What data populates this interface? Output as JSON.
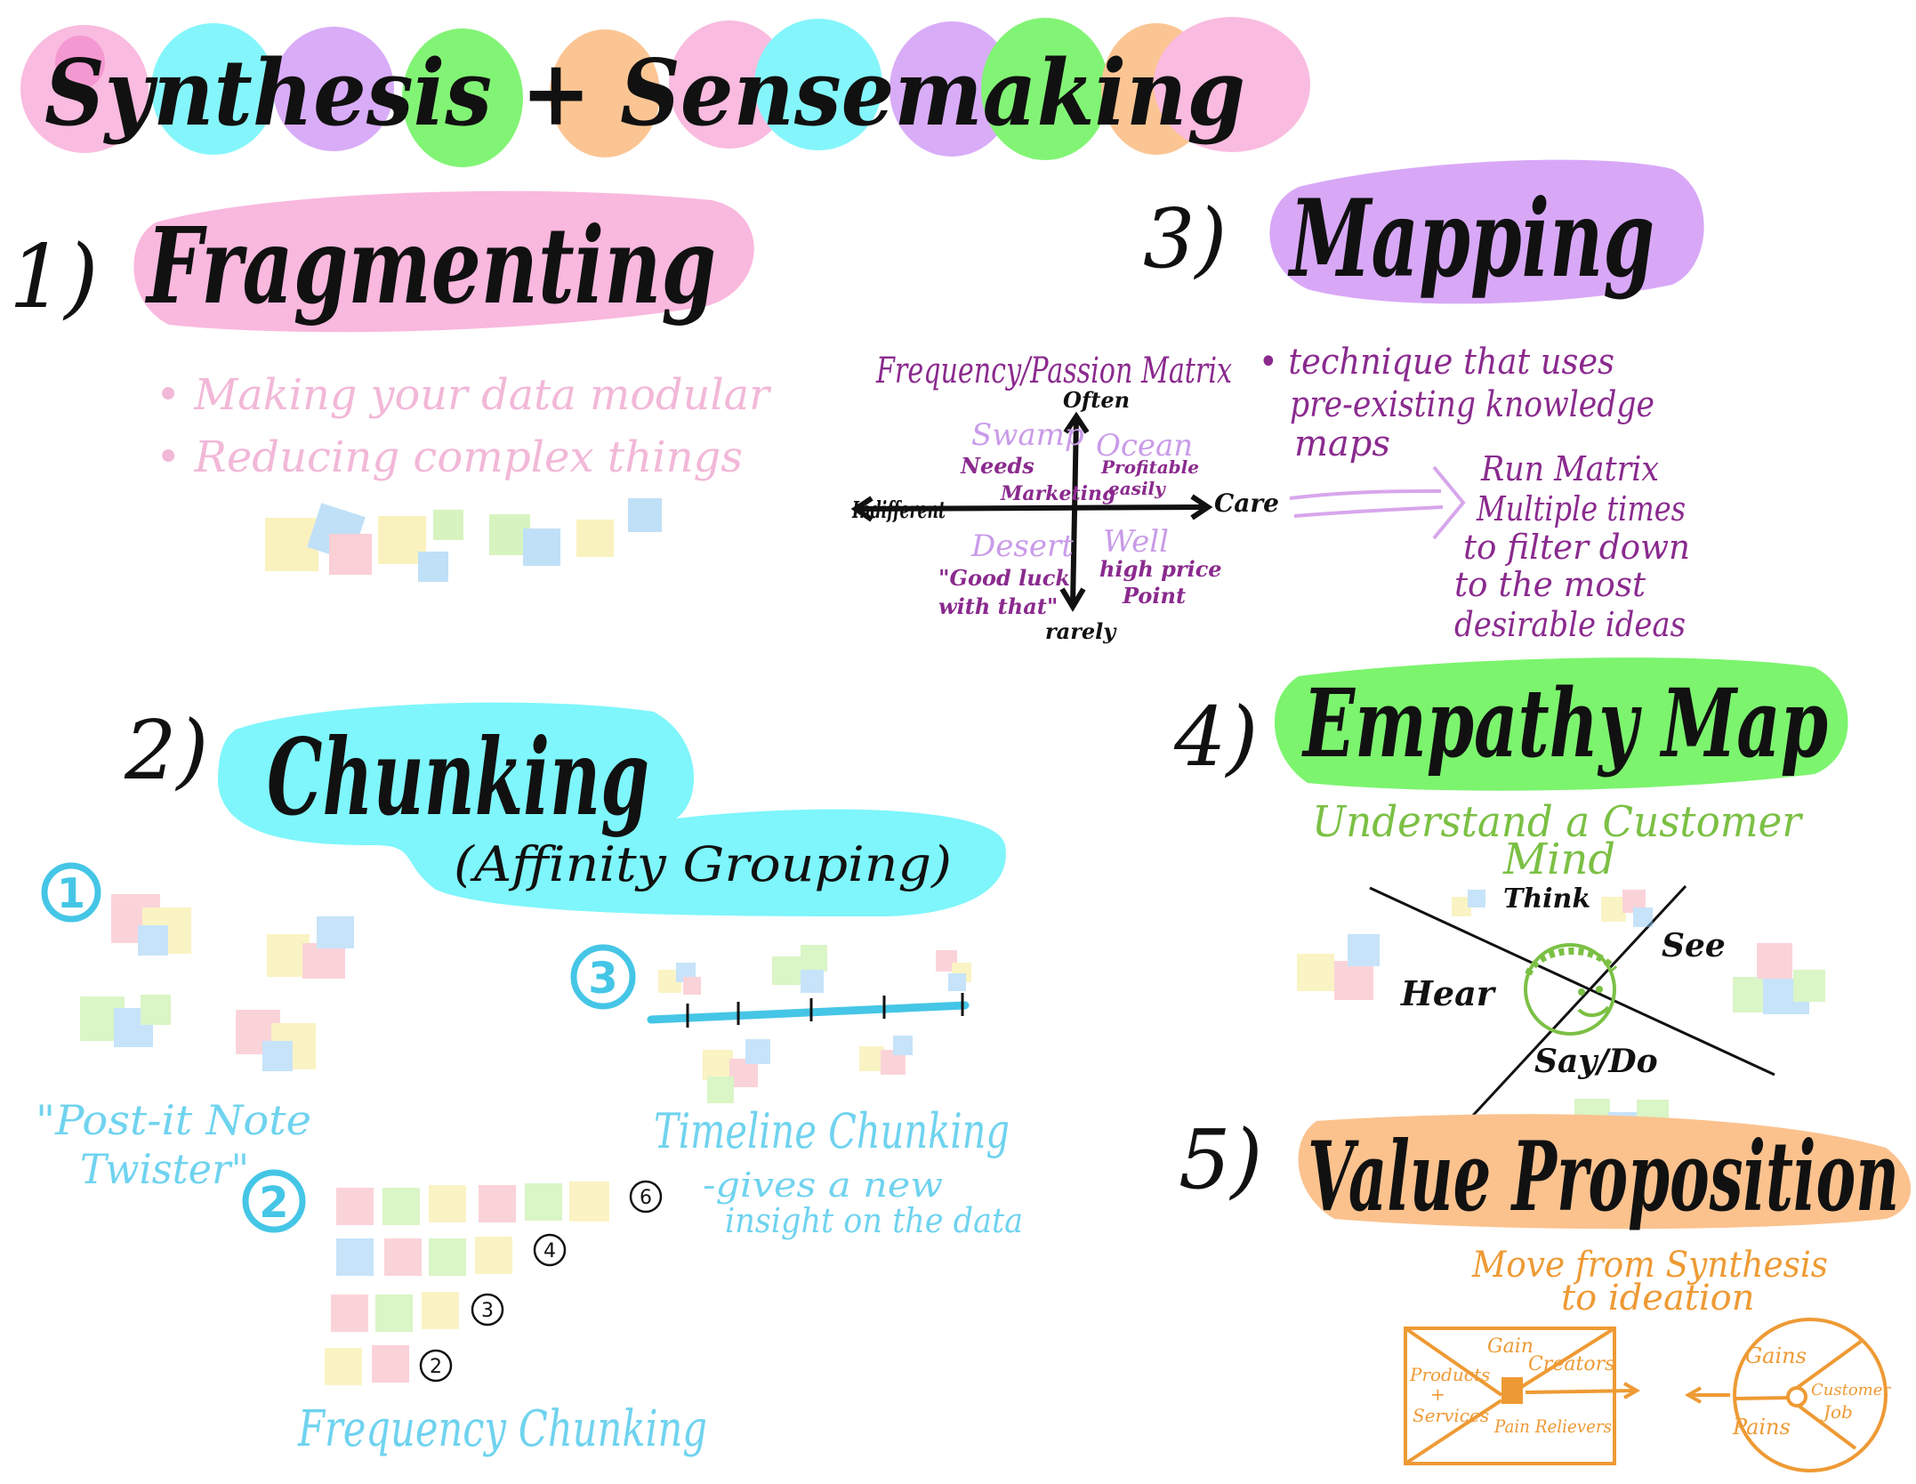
{
  "title": "Synthesis + Sensemaking",
  "colors": {
    "pink": "#f9b8de",
    "cyan": "#7ef6fb",
    "purple": "#d8a8f7",
    "green": "#7cf46e",
    "orange": "#fbc28e",
    "ink": "#111111",
    "pink_text": "#f2b8d8",
    "purple_text": "#8a2a8e",
    "green_text": "#7bc044",
    "cyan_text": "#6fd3ef",
    "orange_text": "#ee9a34",
    "timeline": "#45c6e6"
  },
  "sections": {
    "fragmenting": {
      "number": "1)",
      "heading": "Fragmenting",
      "bullets": [
        "• Making your data modular",
        "• Reducing complex things"
      ]
    },
    "chunking": {
      "number": "2)",
      "heading": "Chunking",
      "subheading": "(Affinity Grouping)",
      "group_labels": [
        "1",
        "2",
        "3"
      ],
      "post_it_caption_line1": "\"Post-it Note",
      "post_it_caption_line2": "Twister\"",
      "frequency_caption": "Frequency Chunking",
      "frequency_counts": [
        "6",
        "4",
        "3",
        "2"
      ],
      "timeline_caption": "Timeline Chunking",
      "timeline_note_line1": "-gives a new",
      "timeline_note_line2": "insight on the data"
    },
    "mapping": {
      "number": "3)",
      "heading": "Mapping",
      "matrix_title": "Frequency/Passion Matrix",
      "axis_top": "Often",
      "axis_bottom": "rarely",
      "axis_left": "Indifferent",
      "axis_right": "Care",
      "quadrants": {
        "top_left": {
          "name": "Swamp",
          "note_line1": "Needs",
          "note_line2": "Marketing"
        },
        "top_right": {
          "name": "Ocean",
          "note_line1": "Profitable",
          "note_line2": "easily"
        },
        "bottom_left": {
          "name": "Desert",
          "note_line1": "\"Good luck",
          "note_line2": "with that\""
        },
        "bottom_right": {
          "name": "Well",
          "note_line1": "high price",
          "note_line2": "Point"
        }
      },
      "bullet_line1": "• technique that uses",
      "bullet_line2": "pre-existing knowledge",
      "bullet_line3": "maps",
      "run_note_lines": [
        "Run Matrix",
        "Multiple times",
        "to filter down",
        "to the most",
        "desirable ideas"
      ]
    },
    "empathy": {
      "number": "4)",
      "heading": "Empathy Map",
      "subtitle_line1": "Understand a Customer",
      "subtitle_line2": "Mind",
      "quadrant_think": "Think",
      "quadrant_see": "See",
      "quadrant_hear": "Hear",
      "quadrant_saydo": "Say/Do"
    },
    "value": {
      "number": "5)",
      "heading": "Value Proposition",
      "subtitle_line1": "Move from Synthesis",
      "subtitle_line2": "to ideation",
      "square_labels": {
        "gain_creators_1": "Gain",
        "gain_creators_2": "Creators",
        "products_1": "Products",
        "products_2": "+",
        "products_3": "Services",
        "pain_relievers": "Pain Relievers"
      },
      "circle_labels": {
        "gains": "Gains",
        "pains": "Pains",
        "customer_job_1": "Customer",
        "customer_job_2": "Job"
      }
    }
  }
}
